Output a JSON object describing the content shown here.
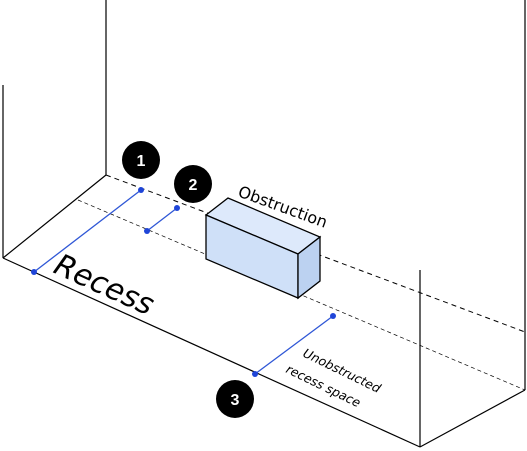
{
  "labels": {
    "recess": "Recess",
    "obstruction": "Obstruction",
    "unobstructed_line1": "Unobstructed",
    "unobstructed_line2": "recess space"
  },
  "badges": [
    "1",
    "2",
    "3"
  ],
  "colors": {
    "line": "#000000",
    "measure": "#2f57d6",
    "box_top": "#dde9fb",
    "box_front": "#cfe0f8",
    "box_side": "#bcd2f1",
    "badge": "#000000"
  }
}
